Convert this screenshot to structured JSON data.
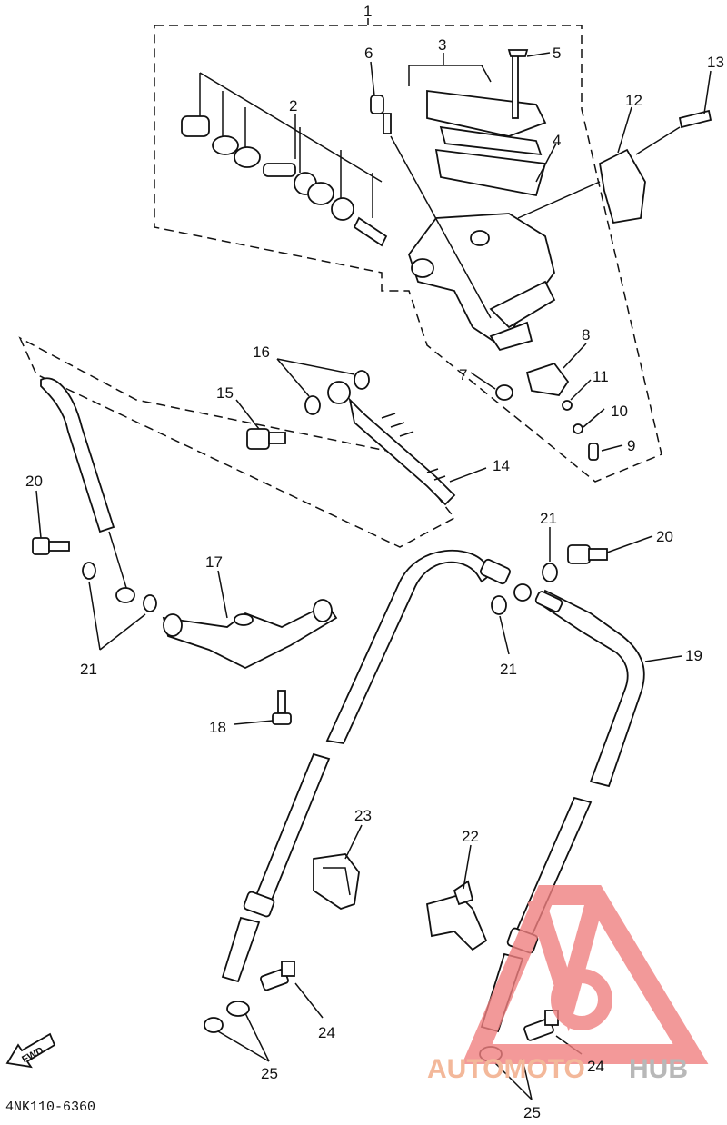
{
  "diagram": {
    "catalog_code": "4NK110-6360",
    "fwd_label": "FWD",
    "callouts": {
      "c1": "1",
      "c2": "2",
      "c3": "3",
      "c4": "4",
      "c5": "5",
      "c6": "6",
      "c7": "7",
      "c8": "8",
      "c9": "9",
      "c10": "10",
      "c11": "11",
      "c12": "12",
      "c13": "13",
      "c14": "14",
      "c15": "15",
      "c16": "16",
      "c17": "17",
      "c18": "18",
      "c19": "19",
      "c20a": "20",
      "c20b": "20",
      "c21a": "21",
      "c21b": "21",
      "c21c": "21",
      "c22": "22",
      "c23": "23",
      "c24a": "24",
      "c24b": "24",
      "c25a": "25",
      "c25b": "25"
    }
  },
  "watermark": {
    "part1": "AUTOMOTO",
    "part2": "HUB",
    "logo_color": "#f08080",
    "text_color_1": "#f3b89a",
    "text_color_2": "#b8b8b8"
  }
}
